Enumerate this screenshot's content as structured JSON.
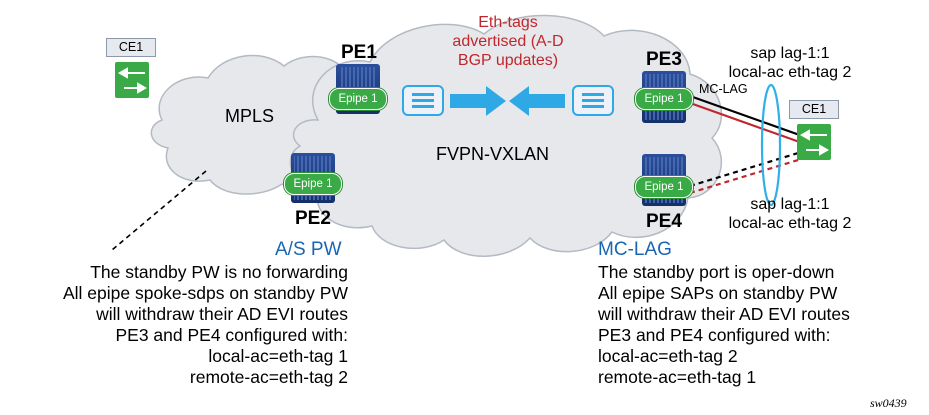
{
  "devices": {
    "ce1_left": {
      "label": "CE1",
      "icon": "switch-icon"
    },
    "ce1_right": {
      "label": "CE1",
      "icon": "switch-icon"
    },
    "pe1": {
      "label": "PE1",
      "service": "Epipe 1"
    },
    "pe2": {
      "label": "PE2",
      "service": "Epipe 1"
    },
    "pe3": {
      "label": "PE3",
      "service": "Epipe 1"
    },
    "pe4": {
      "label": "PE4",
      "service": "Epipe 1"
    }
  },
  "clouds": {
    "mpls": "MPLS",
    "evpn": "FVPN-VXLAN"
  },
  "eth_tags_note": [
    "Eth-tags",
    "advertised (A-D",
    "BGP updates)"
  ],
  "link_labels": {
    "mc_lag": "MC-LAG",
    "sap_top": [
      "sap lag-1:1",
      "local-ac eth-tag 2"
    ],
    "sap_bottom": [
      "sap lag-1:1",
      "local-ac eth-tag 2"
    ]
  },
  "left_panel": {
    "heading": "A/S PW",
    "lines": [
      "The standby PW is no forwarding",
      "All epipe spoke-sdps on standby PW",
      "will withdraw their AD EVI routes",
      "PE3 and PE4 configured with:",
      "local-ac=eth-tag 1",
      "remote-ac=eth-tag 2"
    ]
  },
  "right_panel": {
    "heading": "MC-LAG",
    "lines": [
      "The standby port is oper-down",
      "All epipe SAPs on standby PW",
      "will withdraw their AD EVI routes",
      "PE3 and PE4 configured with:",
      "local-ac=eth-tag 2",
      "remote-ac=eth-tag 1"
    ]
  },
  "figure_id": "sw0439",
  "colors": {
    "cloud_fill": "#e6e8ec",
    "cloud_stroke": "#b4bac3",
    "router_blue": "#1f3f86",
    "epipe_green": "#3aaa46",
    "arrow_cyan": "#2fa8e6",
    "accent_red": "#c0272d",
    "accent_blue": "#1a66b3"
  }
}
